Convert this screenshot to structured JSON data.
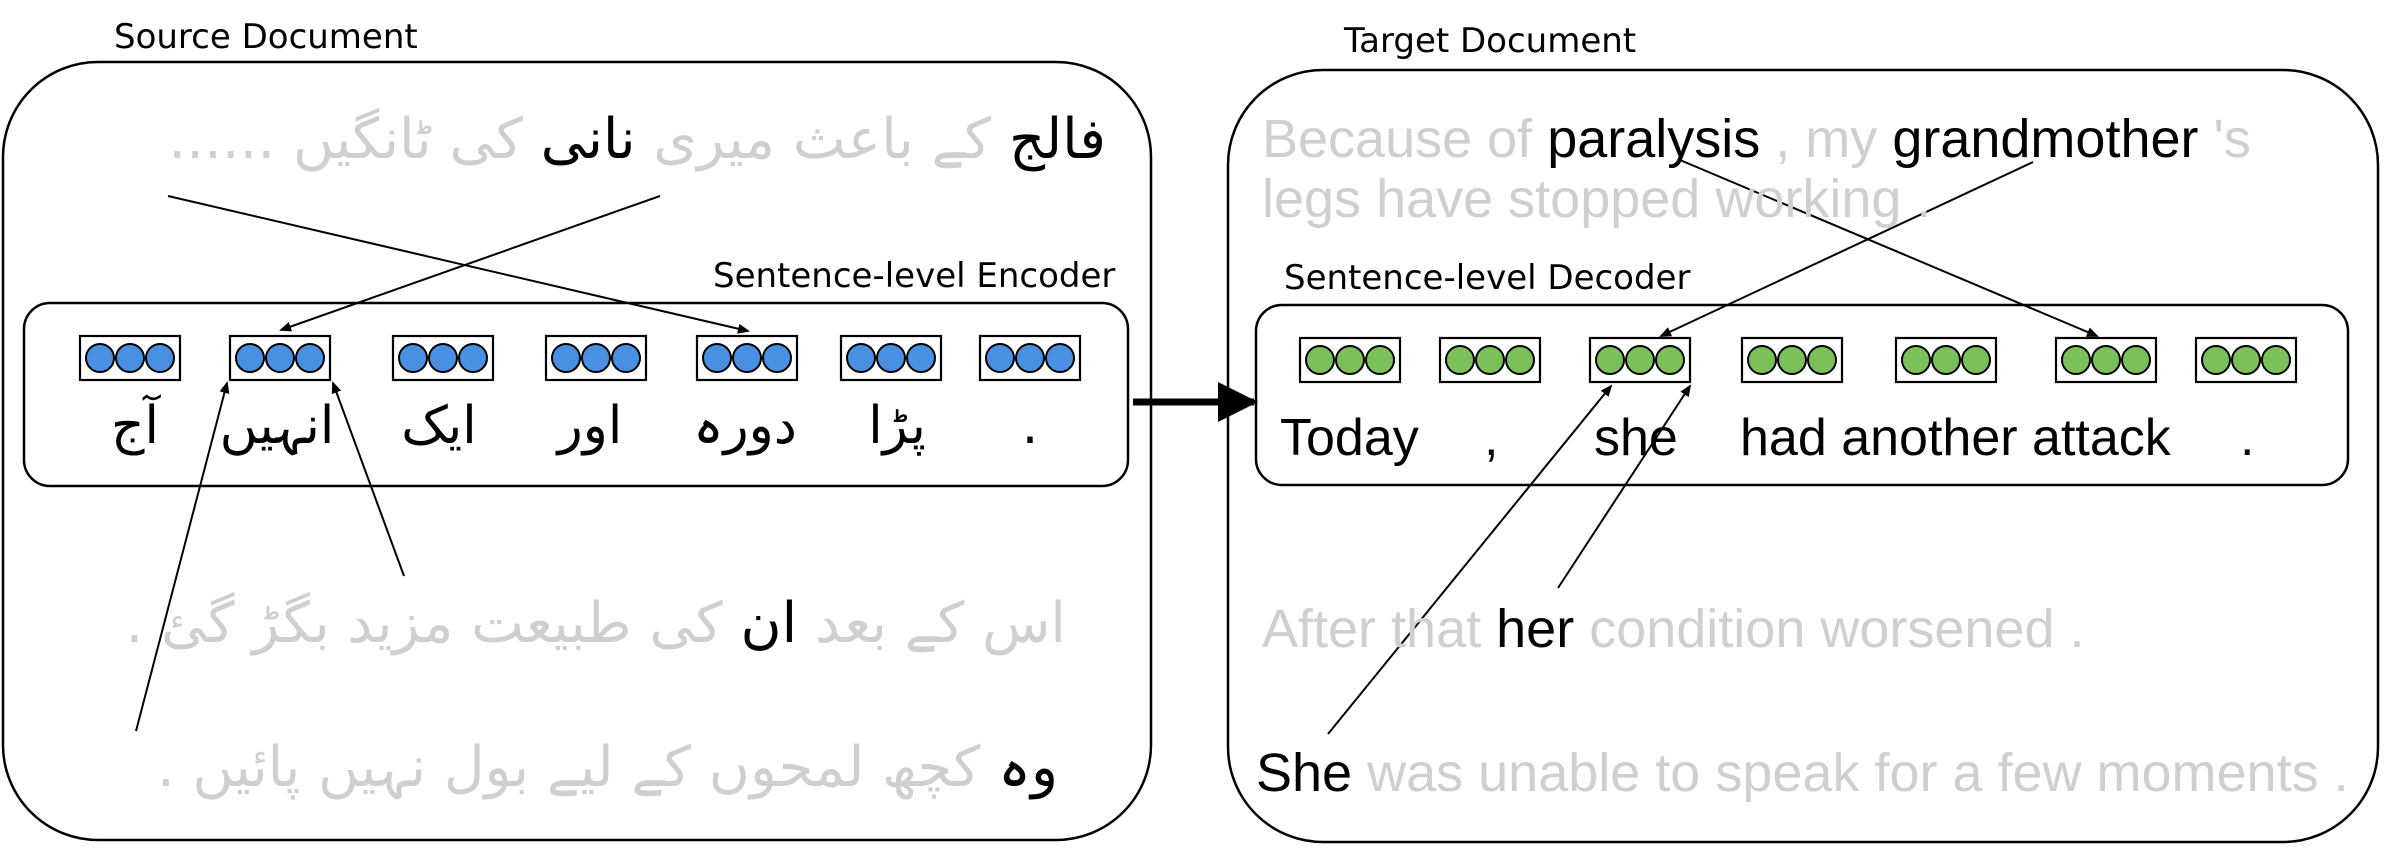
{
  "source": {
    "title": "Source Document",
    "encoder_title": "Sentence-level Encoder",
    "line1": {
      "bold_a": "فالج",
      "ghost_a": "کے باعث میری",
      "bold_b": "نانی",
      "ghost_b": "کی ٹانگیں ......"
    },
    "tokens": [
      "آج",
      "انہیں",
      "ایک",
      "اور",
      "دورہ",
      "پڑا",
      "."
    ],
    "line3": {
      "ghost_a": "اس کے بعد",
      "bold": "ان",
      "ghost_b": "کی طبیعت مزید بگڑ گئ ."
    },
    "line4": {
      "bold": "وہ",
      "ghost": "کچھ لمحوں کے لیے بول نہیں پائیں ."
    }
  },
  "target": {
    "title": "Target Document",
    "decoder_title": "Sentence-level Decoder",
    "line1": {
      "ghost_a": "Because of",
      "bold_a": "paralysis",
      "ghost_b": ", my",
      "bold_b": "grandmother",
      "ghost_c": "'s"
    },
    "line2": "legs have stopped working .",
    "tokens": [
      "Today",
      ",",
      "she",
      "had another attack",
      "."
    ],
    "line3": {
      "ghost_a": "After that",
      "bold": "her",
      "ghost_b": "condition worsened ."
    },
    "line4": {
      "bold": "She",
      "ghost": "was unable to speak for a few moments ."
    }
  },
  "colors": {
    "encoder_node": "#4a90e2",
    "decoder_node": "#7cc05a",
    "ghost_text": "#cfcfcf"
  }
}
